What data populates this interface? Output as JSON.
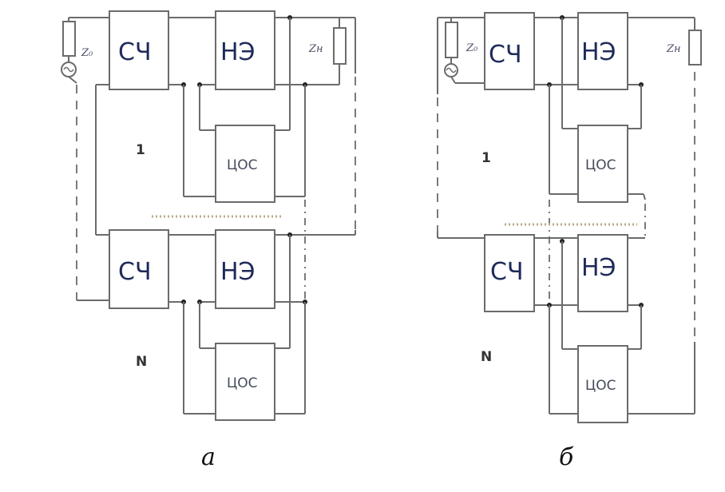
{
  "figure": {
    "panels": [
      {
        "id": "a",
        "caption": "а",
        "source_impedance_label": "Z₀",
        "load_impedance_label": "Zн",
        "stages": [
          {
            "index_label": "1",
            "freq_converter": "СЧ",
            "nonlinear_element": "НЭ",
            "dsp_block": "ЦОС"
          },
          {
            "index_label": "N",
            "freq_converter": "СЧ",
            "nonlinear_element": "НЭ",
            "dsp_block": "ЦОС"
          }
        ]
      },
      {
        "id": "b",
        "caption": "б",
        "source_impedance_label": "Z₀",
        "load_impedance_label": "Zн",
        "stages": [
          {
            "index_label": "1",
            "freq_converter": "СЧ",
            "nonlinear_element": "НЭ",
            "dsp_block": "ЦОС"
          },
          {
            "index_label": "N",
            "freq_converter": "СЧ",
            "nonlinear_element": "НЭ",
            "dsp_block": "ЦОС"
          }
        ]
      }
    ]
  }
}
